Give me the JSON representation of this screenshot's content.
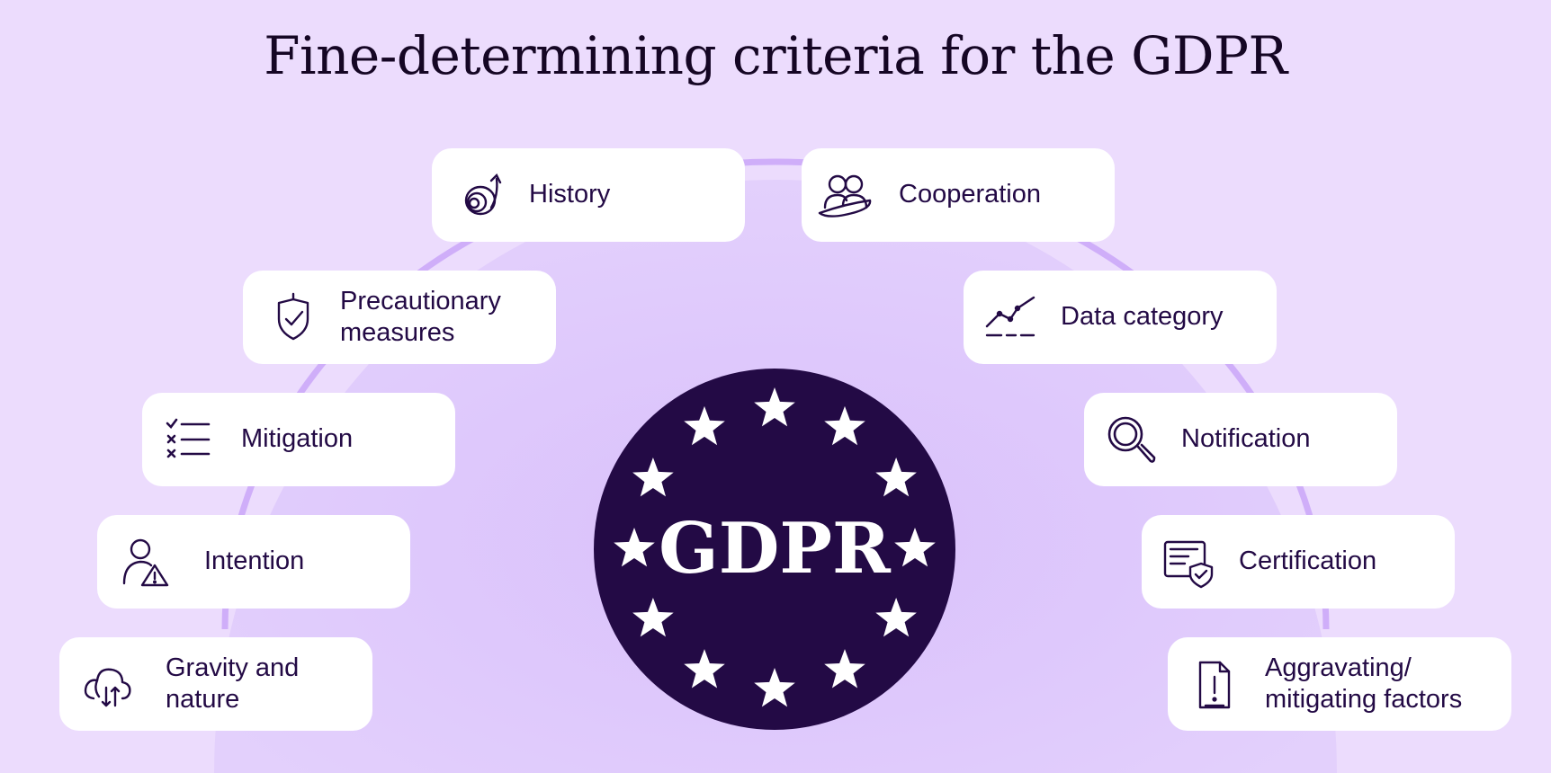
{
  "title": "Fine-determining criteria for the GDPR",
  "center_label": "GDPR",
  "colors": {
    "background": "#ecdcfd",
    "arc": "#dcc6fb",
    "emblem": "#230a45",
    "card": "#ffffff",
    "text": "#230a45"
  },
  "left_cards": [
    {
      "line1": "History",
      "line2": "",
      "icon": "snail-icon"
    },
    {
      "line1": "Precautionary",
      "line2": "measures",
      "icon": "shield-check-icon"
    },
    {
      "line1": "Mitigation",
      "line2": "",
      "icon": "checklist-icon"
    },
    {
      "line1": "Intention",
      "line2": "",
      "icon": "person-warning-icon"
    },
    {
      "line1": "Gravity and",
      "line2": "nature",
      "icon": "cloud-transfer-icon"
    }
  ],
  "right_cards": [
    {
      "line1": "Cooperation",
      "line2": "",
      "icon": "people-icon"
    },
    {
      "line1": "Data category",
      "line2": "",
      "icon": "line-chart-icon"
    },
    {
      "line1": "Notification",
      "line2": "",
      "icon": "magnifier-icon"
    },
    {
      "line1": "Certification",
      "line2": "",
      "icon": "certificate-shield-icon"
    },
    {
      "line1": "Aggravating/",
      "line2": "mitigating factors",
      "icon": "phone-alert-icon"
    }
  ]
}
